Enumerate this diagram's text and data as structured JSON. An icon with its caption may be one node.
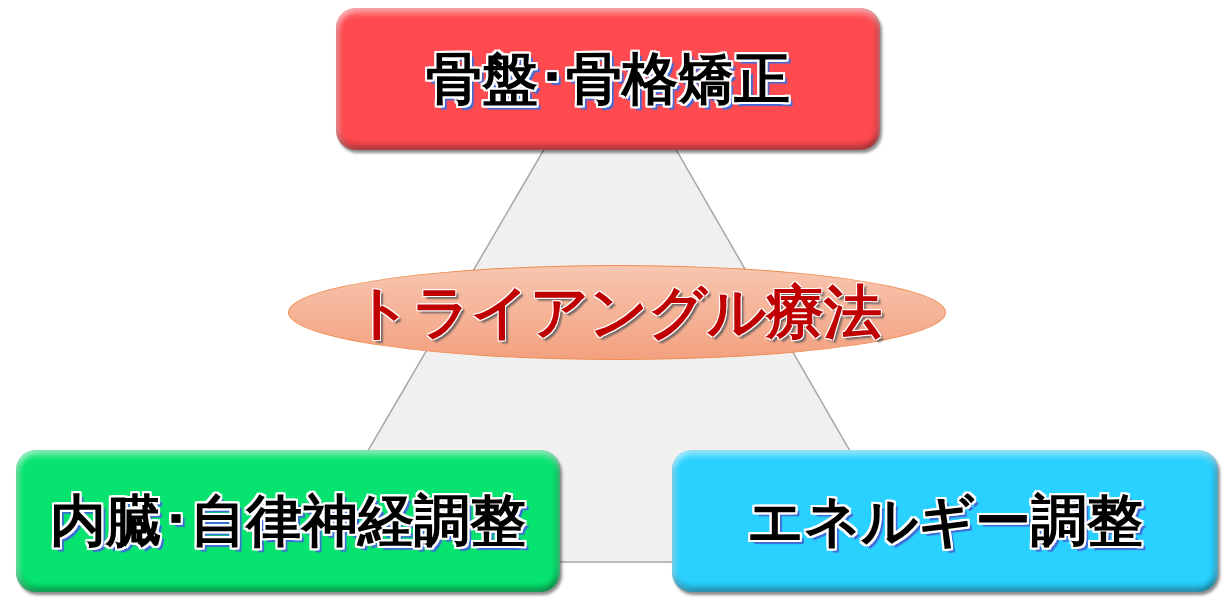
{
  "diagram": {
    "nodes": [
      {
        "text": [
          "骨盤･骨格矯正"
        ]
      },
      {
        "text": [
          "トライアングル療法"
        ]
      },
      {
        "text": [
          "内臓･自律神経調整"
        ]
      },
      {
        "text": [
          "エネルギー調整"
        ]
      }
    ]
  }
}
